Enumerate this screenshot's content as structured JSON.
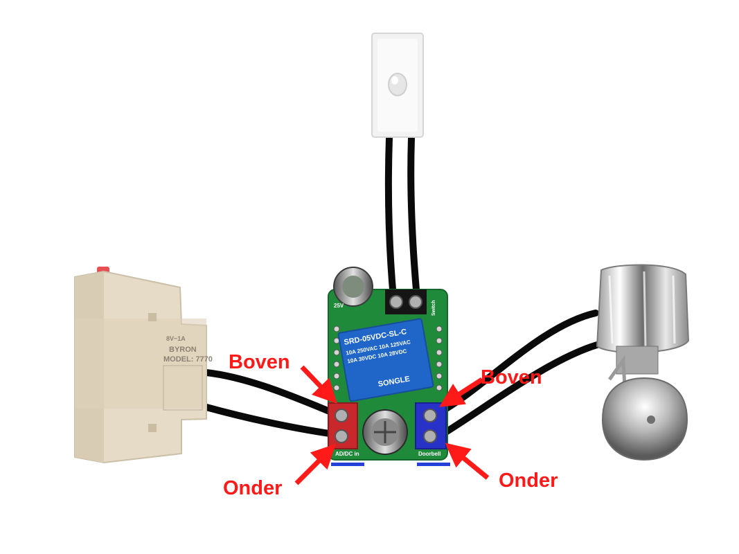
{
  "labels": {
    "left_top": "Boven",
    "left_bottom": "Onder",
    "right_top": "Boven",
    "right_bottom": "Onder"
  },
  "transformer": {
    "brand": "BYRON",
    "model": "MODEL: 7770",
    "rating": "8V~1A"
  },
  "relay": {
    "line1": "SRD-05VDC-SL-C",
    "line2": "10A 250VAC 10A 125VAC",
    "line3": "10A 30VDC 10A 28VDC",
    "brand": "SONGLE",
    "switch_label": "Switch",
    "input_label": "AD/DC in",
    "output_label": "Doorbell",
    "cap_label": "25V"
  },
  "colors": {
    "annotation": "#ff1a1a",
    "wire": "#0a0a0a",
    "pcb": "#1f8a3a",
    "terminal_red": "#c8282c",
    "terminal_blue": "#2832c8",
    "underline_blue": "#2440d8",
    "transformer": "#e6dbc6",
    "push_button": "#f2f2f2"
  },
  "icons": [
    "transformer-icon",
    "push-button-icon",
    "relay-board-icon",
    "bell-icon"
  ]
}
